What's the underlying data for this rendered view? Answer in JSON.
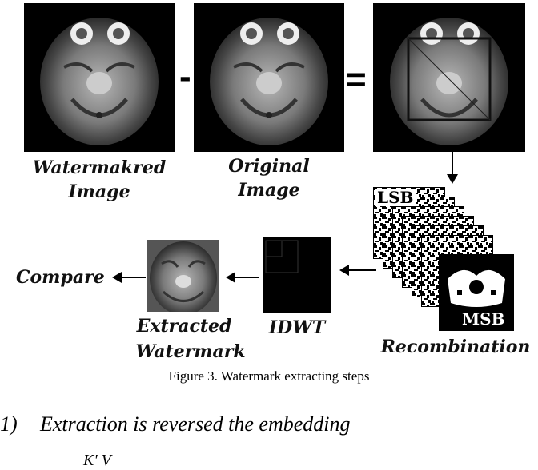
{
  "figure": {
    "labels": {
      "watermarked": [
        "Watermakred",
        "Image"
      ],
      "original": [
        "Original",
        "Image"
      ],
      "recombination": "Recombination",
      "idwt": "IDWT",
      "extracted": [
        "Extracted",
        "Watermark"
      ],
      "compare": "Compare"
    },
    "operators": {
      "minus": "-",
      "equals": "="
    },
    "bitplanes": {
      "lsb": "LSB",
      "msb": "MSB"
    },
    "caption": "Figure 3. Watermark extracting steps"
  },
  "text": {
    "step_number": "1)",
    "step_text": "Extraction is reversed the embedding",
    "formula_partial": "K' V"
  }
}
